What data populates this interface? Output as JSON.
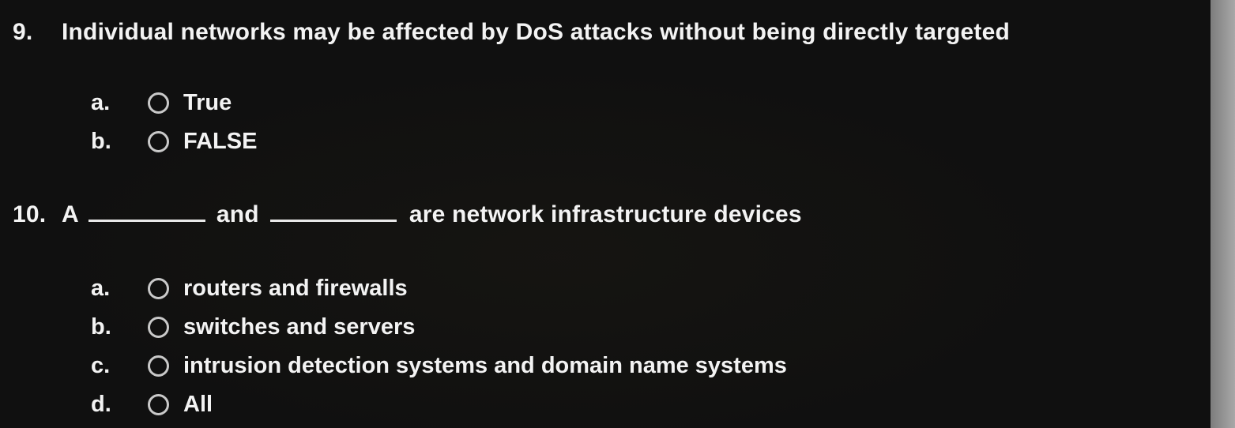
{
  "page": {
    "background_color": "#101010",
    "text_color": "#f3f3f3",
    "edge_strip_color": "#9c9c9c",
    "radio_border_color": "#c9c9c9"
  },
  "questions": [
    {
      "number": "9.",
      "text": "Individual networks may be affected by DoS attacks without being directly targeted",
      "options": [
        {
          "letter": "a.",
          "label": "True"
        },
        {
          "letter": "b.",
          "label": "FALSE"
        }
      ]
    },
    {
      "number": "10.",
      "parts": {
        "prefix": "A",
        "middle": "and",
        "suffix": "are network infrastructure devices"
      },
      "options": [
        {
          "letter": "a.",
          "label": "routers and firewalls"
        },
        {
          "letter": "b.",
          "label": "switches and servers"
        },
        {
          "letter": "c.",
          "label": "intrusion detection systems and domain name systems"
        },
        {
          "letter": "d.",
          "label": "All"
        }
      ]
    }
  ]
}
